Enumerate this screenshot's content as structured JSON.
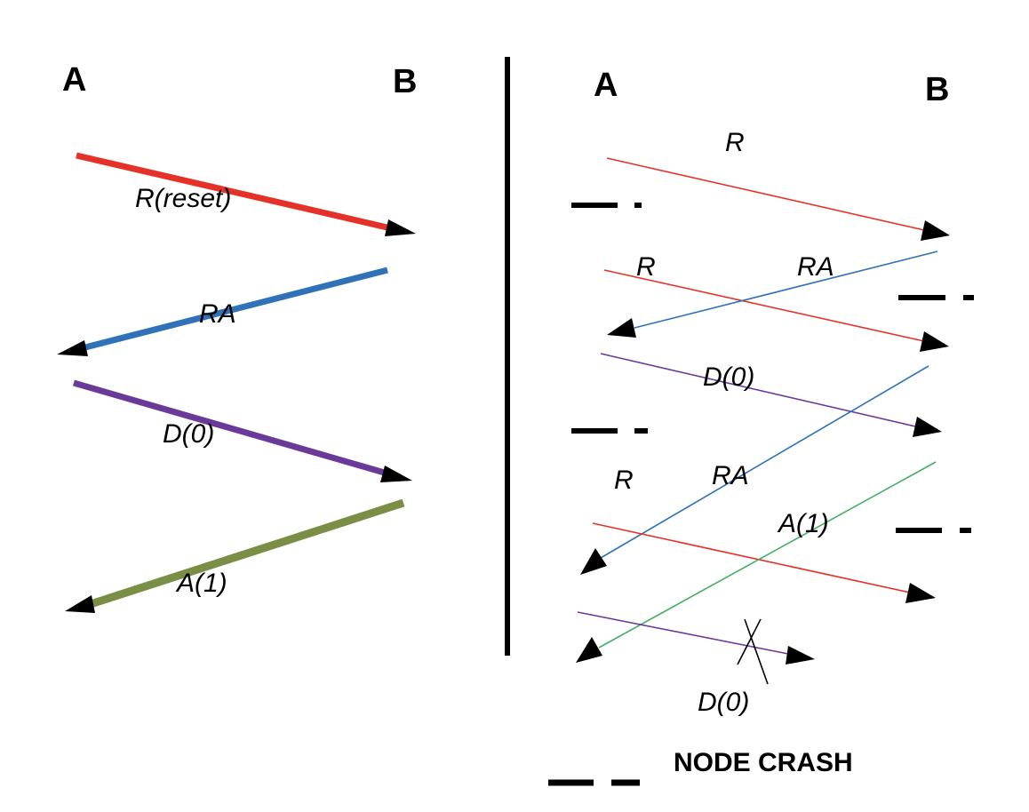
{
  "left_panel": {
    "node_a": "A",
    "node_b": "B",
    "messages": [
      {
        "label": "R(reset)",
        "direction": "A-to-B",
        "color": "#e53228"
      },
      {
        "label": "RA",
        "direction": "B-to-A",
        "color": "#3072b8"
      },
      {
        "label": "D(0)",
        "direction": "A-to-B",
        "color": "#6a3a9a"
      },
      {
        "label": "A(1)",
        "direction": "B-to-A",
        "color": "#7a8f45"
      }
    ]
  },
  "right_panel": {
    "node_a": "A",
    "node_b": "B",
    "messages": [
      {
        "label": "R",
        "direction": "A-to-B",
        "color": "#e53228"
      },
      {
        "label": "R",
        "direction": "A-to-B",
        "color": "#e53228"
      },
      {
        "label": "RA",
        "direction": "B-to-A",
        "color": "#3072b8"
      },
      {
        "label": "D(0)",
        "direction": "A-to-B",
        "color": "#6a3a9a"
      },
      {
        "label": "RA",
        "direction": "B-to-A",
        "color": "#3072b8"
      },
      {
        "label": "R",
        "direction": "A-to-B",
        "color": "#e53228"
      },
      {
        "label": "A(1)",
        "direction": "B-to-A",
        "color": "#45b065"
      },
      {
        "label": "D(0)",
        "direction": "A-to-B",
        "color": "#6a3a9a",
        "lost": true
      }
    ]
  },
  "legend": {
    "label": "NODE CRASH"
  },
  "colors": {
    "divider": "#000000",
    "crash_marker": "#000000"
  }
}
